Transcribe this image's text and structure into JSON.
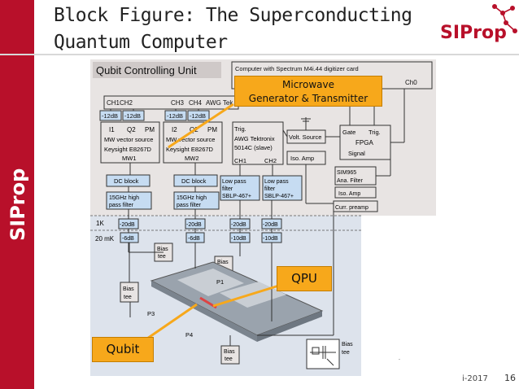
{
  "slide": {
    "title_line1": "Block Figure: The Superconducting",
    "title_line2": "Quantum Computer",
    "logo_text": "SIProp",
    "sidebar_text": "SIProp",
    "footer_text": "i-2017",
    "page_number": "16"
  },
  "diagram": {
    "qcu_label": "Qubit Controlling Unit",
    "computer_label": "Computer with Spectrum M4i.44 digitizer card",
    "ch0": "Ch0",
    "ch1ch2": "CH1CH2",
    "ch3": "CH3",
    "ch4": "CH4",
    "awg_tek": "AWG Tek",
    "atten_12": "-12dB",
    "mw1_i": "I1",
    "mw1_q": "Q2",
    "mw1_pm": "PM",
    "mw1_source": "MW vector source",
    "mw1_model": "Keysight E8267D",
    "mw1_name": "MW1",
    "mw2_i": "I2",
    "mw2_q": "Q2",
    "mw2_pm": "PM",
    "mw2_source": "MW vector source",
    "mw2_model": "Keysight E8267D",
    "mw2_name": "MW2",
    "trig": "Trig.",
    "awg_line1": "AWG Tektronix",
    "awg_line2": "5014C (slave)",
    "ch1": "CH1",
    "ch2": "CH2",
    "volt_source": "Volt. Source",
    "iso_amp": "Iso. Amp",
    "gate": "Gate",
    "trig2": "Trig.",
    "fpga": "FPGA",
    "signal": "Signal",
    "sim965_line1": "SIM965",
    "sim965_line2": "Ana. Filter",
    "iso_amp2": "Iso. Amp",
    "curr_preamp": "Curr. preamp",
    "dc_block": "DC block",
    "hpf_line1": "15GHz high",
    "hpf_line2": "pass filter",
    "lpf_line1": "Low pass",
    "lpf_line2": "filter",
    "lpf_line3": "SBLP-467+",
    "stage_1k": "1K",
    "stage_20mk": "20 mK",
    "atten_20": "-20dB",
    "atten_6": "-6dB",
    "atten_10": "-10dB",
    "bias_tee_line1": "Bias",
    "bias_tee_line2": "tee",
    "p1": "P1",
    "p3": "P3",
    "p4": "P4",
    "dot": "."
  },
  "callouts": {
    "microwave_line1": "Microwave",
    "microwave_line2": "Generator & Transmitter",
    "qpu": "QPU",
    "qubit": "Qubit"
  },
  "colors": {
    "brand_red": "#b8102a",
    "callout_orange": "#f7a81b",
    "box_blue": "#c6dcf2",
    "fridge_blue": "#dde3ec",
    "rack_gray": "#e8e4e3"
  }
}
